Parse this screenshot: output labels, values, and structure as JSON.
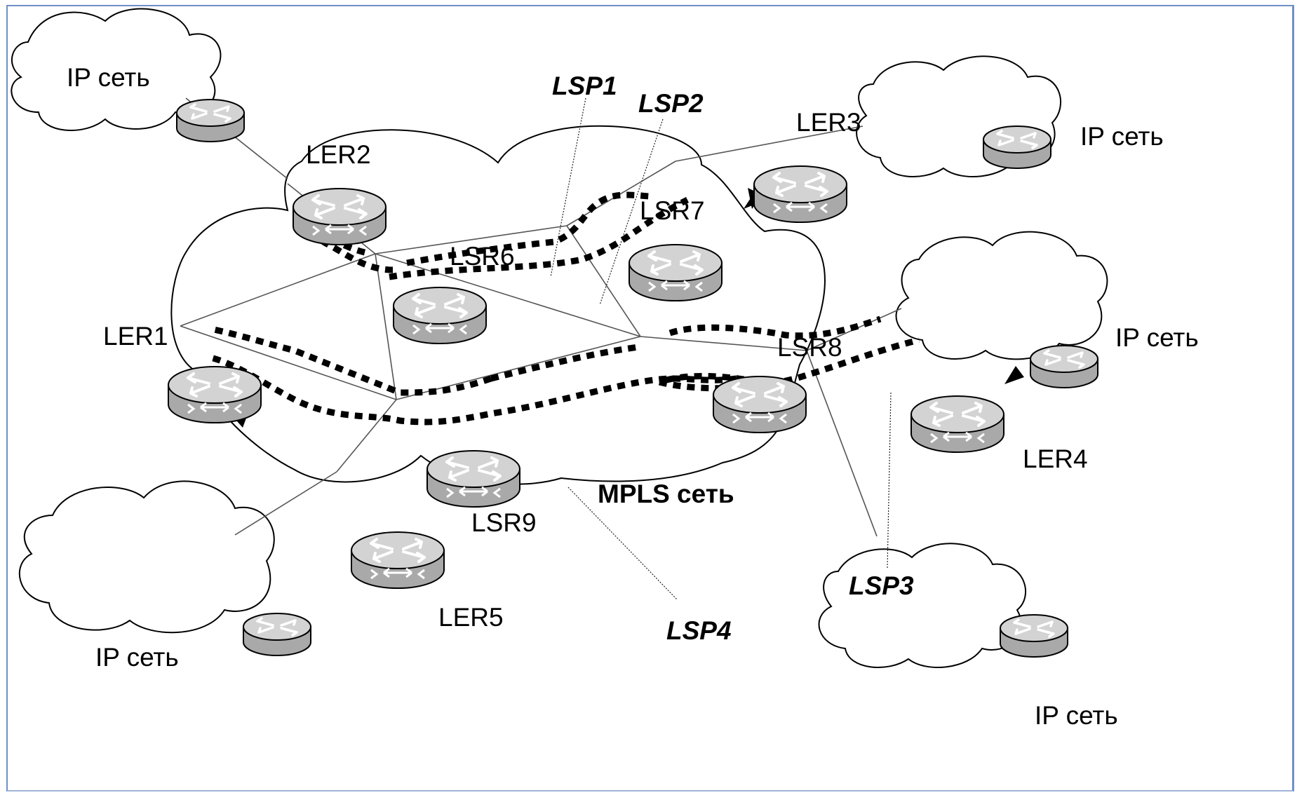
{
  "labels": {
    "ip_top_left": "IP сеть",
    "ip_top_right": "IP сеть",
    "ip_mid_right": "IP сеть",
    "ip_bottom_left": "IP сеть",
    "ip_bottom_right": "IP сеть",
    "mpls": "MPLS сеть",
    "ler1": "LER1",
    "ler2": "LER2",
    "ler3": "LER3",
    "ler4": "LER4",
    "ler5": "LER5",
    "lsr6": "LSR6",
    "lsr7": "LSR7",
    "lsr8": "LSR8",
    "lsr9": "LSR9",
    "lsp1": "LSP1",
    "lsp2": "LSP2",
    "lsp3": "LSP3",
    "lsp4": "LSP4"
  },
  "colors": {
    "router_body": "#b9b9b9",
    "router_top": "#d6d6d6",
    "frame": "#6f8fc8"
  },
  "icons": {
    "router": "router-icon"
  }
}
